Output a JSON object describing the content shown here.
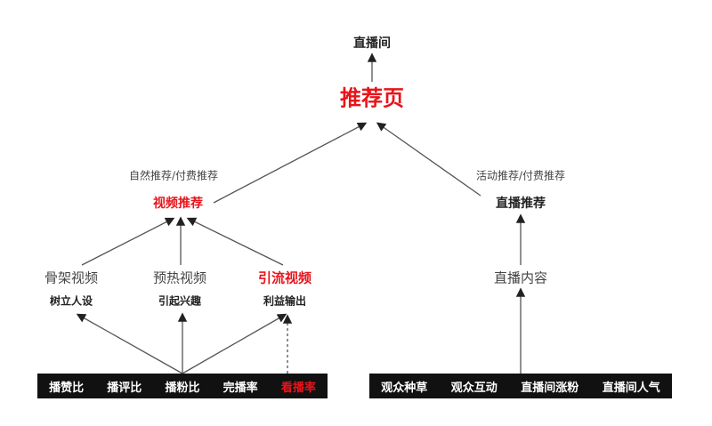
{
  "top": "直播间",
  "center": "推荐页",
  "left_branch": {
    "caption": "自然推荐/付费推荐",
    "title": "视频推荐",
    "items": [
      {
        "type": "骨架视频",
        "purpose": "树立人设"
      },
      {
        "type": "预热视频",
        "purpose": "引起兴趣"
      },
      {
        "type": "引流视频",
        "purpose": "利益输出"
      }
    ],
    "metrics": [
      "播赞比",
      "播评比",
      "播粉比",
      "完播率",
      "看播率"
    ]
  },
  "right_branch": {
    "caption": "活动推荐/付费推荐",
    "title": "直播推荐",
    "content": "直播内容",
    "metrics": [
      "观众种草",
      "观众互动",
      "直播间涨粉",
      "直播间人气"
    ]
  },
  "colors": {
    "accent": "#e8141b",
    "bar": "#111111"
  }
}
